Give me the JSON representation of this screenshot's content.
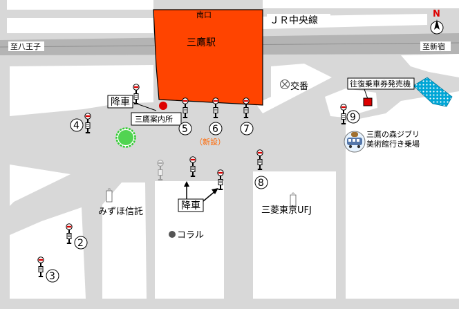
{
  "station": {
    "name": "三鷹駅",
    "south_exit": "南口"
  },
  "railway": {
    "line_name": "ＪＲ中央線",
    "to_west": "至八王子",
    "to_east": "至新宿"
  },
  "north_marker": "N",
  "labels": {
    "koban": "交番",
    "info_center": "三鷹案内所",
    "new_stop": "（新設）",
    "ticket_office": "往復乗車券発売機",
    "ghibli_line1": "三鷹の森ジブリ",
    "ghibli_line2": "美術館行き乗場",
    "mizuho": "みずほ信託",
    "mufg": "三菱東京UFJ",
    "coral": "コラル",
    "alight_upper": "降車",
    "alight_lower": "降車"
  },
  "stops": {
    "s2": "2",
    "s3": "3",
    "s4": "4",
    "s5": "5",
    "s6": "6",
    "s7": "7",
    "s8": "8",
    "s9": "9"
  },
  "colors": {
    "station": "#ff4400",
    "road": "#d8d8d8",
    "block": "#ffffff",
    "railbed": "#b4b4b4",
    "greencircle": "#33cc33",
    "redstop": "#dd0000",
    "water": "#00a6d6"
  }
}
